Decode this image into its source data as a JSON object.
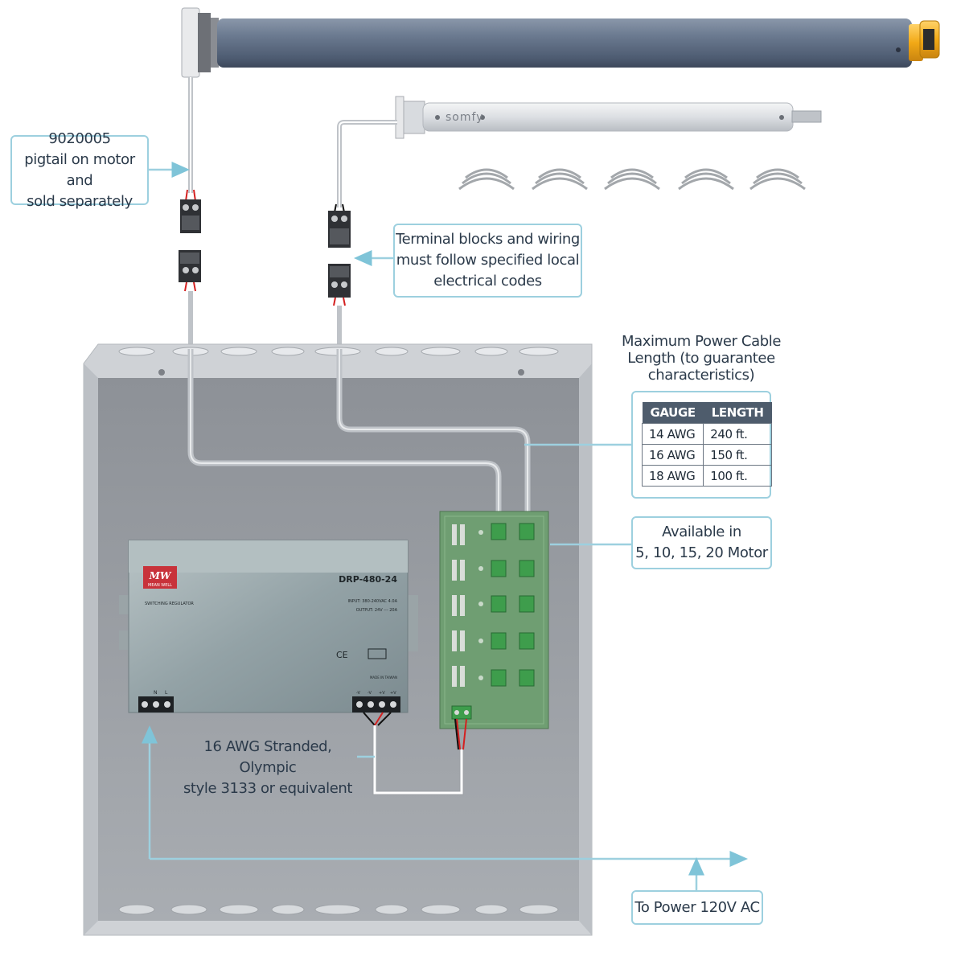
{
  "callouts": {
    "pigtail": [
      "9020005",
      "pigtail on motor and",
      "sold separately"
    ],
    "terminal": [
      "Terminal blocks and wiring",
      "must follow specified local",
      "electrical codes"
    ],
    "available": [
      "Available in",
      "5, 10, 15, 20 Motor"
    ],
    "power": [
      "To Power 120V AC"
    ]
  },
  "cable_length": {
    "title": [
      "Maximum Power Cable",
      "Length (to guarantee",
      "characteristics)"
    ],
    "headers": [
      "GAUGE",
      "LENGTH"
    ],
    "rows": [
      [
        "14 AWG",
        "240 ft."
      ],
      [
        "16 AWG",
        "150 ft."
      ],
      [
        "18 AWG",
        "100 ft."
      ]
    ]
  },
  "wire_note": [
    "16 AWG Stranded, Olympic",
    "style 3133 or equivalent"
  ],
  "motor": {
    "brand": "somfy"
  },
  "power_supply": {
    "logo_top": "MW",
    "logo_bottom": "MEAN WELL",
    "model": "DRP-480-24",
    "type_label": "SWITCHING REGULATOR",
    "input_spec": "INPUT: 380-240VAC 4.0A",
    "output_spec": "OUTPUT: 24V --- 20A",
    "cert_mark": "CE",
    "origin": "MADE IN TAIWAN",
    "ac_terminals": [
      "N",
      "L"
    ],
    "dc_terminals": [
      "-V",
      "-V",
      "+V",
      "+V"
    ]
  },
  "colors": {
    "callout_border": "#9dd0df",
    "enclosure": "#cfd2d6",
    "enclosure_inner": "#9da1a7",
    "tube_motor": "#5d6e86",
    "motor_cap": "#f2b632",
    "psu_body": "#8f9da1",
    "psu_logo": "#c8323a",
    "board": "#6f9e72",
    "table_header": "#4e5c6c",
    "wire_red": "#d42020",
    "wire_black": "#111111"
  }
}
